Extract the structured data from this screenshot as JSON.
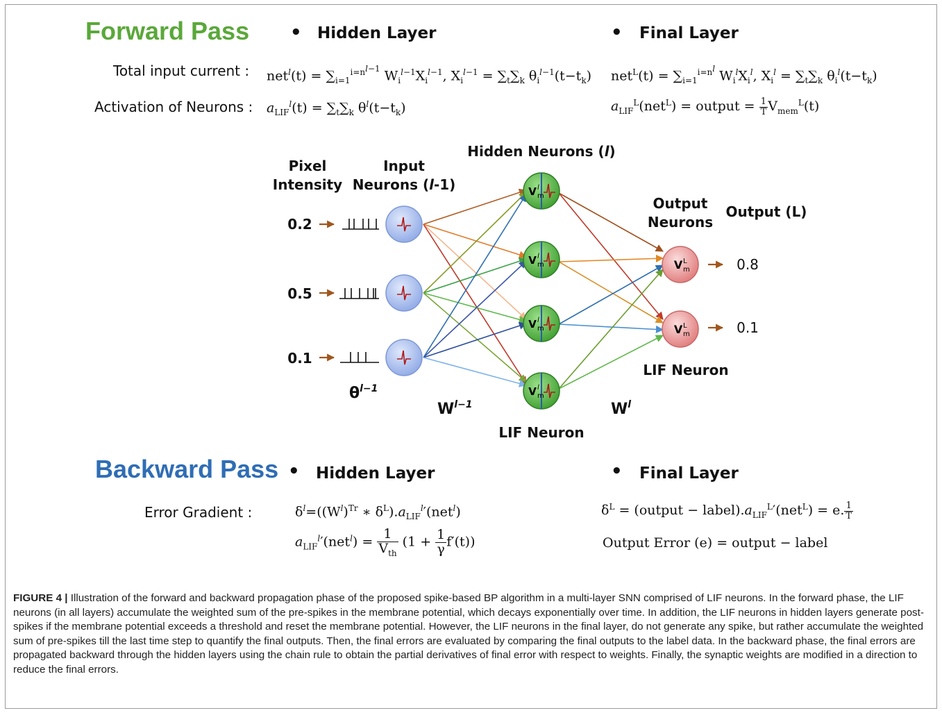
{
  "forward": {
    "title": "Forward Pass",
    "hidden_heading": "Hidden Layer",
    "final_heading": "Final Layer",
    "total_input_label": "Total input current :",
    "activation_label": "Activation of Neurons :"
  },
  "backward": {
    "title": "Backward Pass",
    "hidden_heading": "Hidden Layer",
    "final_heading": "Final Layer",
    "error_gradient_label": "Error Gradient :",
    "output_error_eq": "Output Error (e) = output − label"
  },
  "diagram": {
    "pixel_intensity_label": [
      "Pixel",
      "Intensity"
    ],
    "input_neurons_label": [
      "Input",
      "Neurons ("
    ],
    "input_neurons_l": "l",
    "input_neurons_suffix": "-1)",
    "hidden_neurons_label": "Hidden Neurons (",
    "hidden_neurons_l": "l",
    "hidden_neurons_suffix": ")",
    "output_neurons_label": [
      "Output",
      "Neurons"
    ],
    "output_label": "Output (L)",
    "lif_neuron_hidden": "LIF Neuron",
    "lif_neuron_output": "LIF Neuron",
    "inputs": [
      "0.2",
      "0.5",
      "0.1"
    ],
    "outputs": [
      "0.8",
      "0.1"
    ],
    "theta_label": "θ",
    "theta_sup": "l−1",
    "w_prev_label": "W",
    "w_prev_sup": "l−1",
    "w_label": "W",
    "w_sup": "l",
    "colors": {
      "input_neuron": "#9db7ee",
      "hidden_neuron": "#5dbb4a",
      "output_neuron": "#ee8a8a",
      "spike": "#b01818",
      "forward_title": "#5aa83a",
      "backward_title": "#2f6db5",
      "input_arrow": "#a0561e"
    }
  },
  "caption": {
    "lead": "FIGURE 4 |",
    "text": " Illustration of the forward and backward propagation phase of the proposed spike-based BP algorithm in a multi-layer SNN comprised of LIF neurons. In the forward phase, the LIF neurons (in all layers) accumulate the weighted sum of the pre-spikes in the membrane potential, which decays exponentially over time. In addition, the LIF neurons in hidden layers generate post-spikes if the membrane potential exceeds a threshold and reset the membrane potential. However, the LIF neurons in the final layer, do not generate any spike, but rather accumulate the weighted sum of pre-spikes till the last time step to quantify the final outputs. Then, the final errors are evaluated by comparing the final outputs to the label data. In the backward phase, the final errors are propagated backward through the hidden layers using the chain rule to obtain the partial derivatives of final error with respect to weights. Finally, the synaptic weights are modified in a direction to reduce the final errors."
  }
}
